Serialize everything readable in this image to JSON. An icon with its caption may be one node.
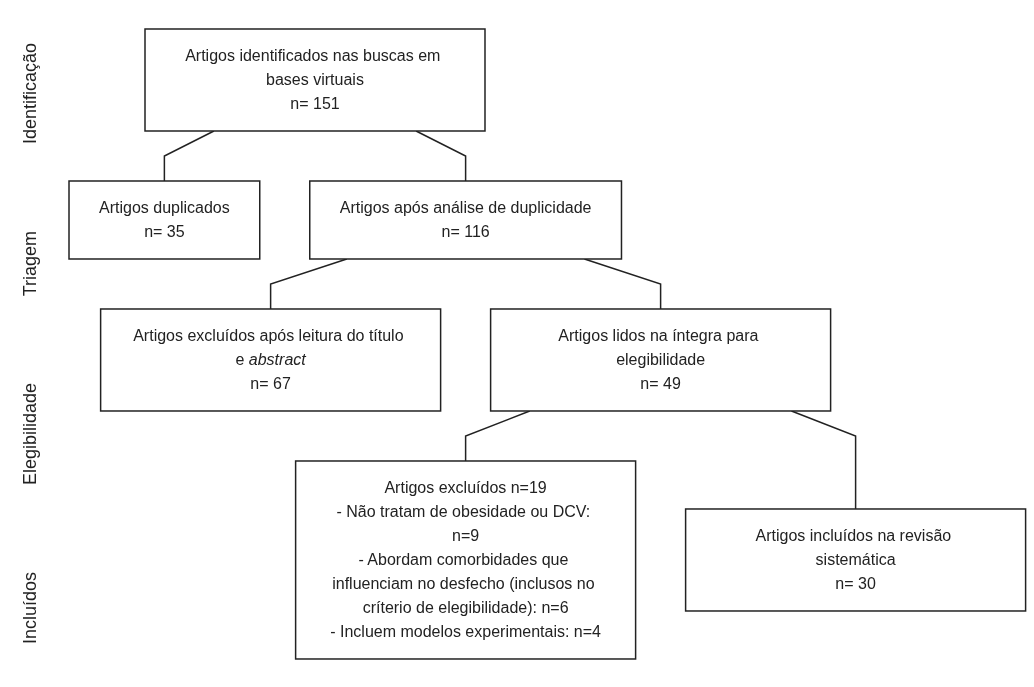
{
  "diagram": {
    "nodes": [
      {
        "text": [
          "Artigos identificados nas buscas em bases virtuais",
          "n= 151"
        ]
      },
      {
        "text": [
          "Artigos duplicados",
          "n= 35"
        ]
      },
      {
        "text": [
          "Artigos após análise de duplicidade",
          "n= 116"
        ]
      },
      {
        "text": [
          "Artigos excluídos após leitura do título e *abstract*",
          "n= 67"
        ]
      },
      {
        "text": [
          "Artigos lidos na íntegra para elegibilidade",
          "n= 49"
        ]
      },
      {
        "text": [
          "Artigos excluídos n=19",
          "- Não tratam de obesidade ou DCV: n=9",
          "- Abordam comorbidades que influenciam no desfecho (inclusos no críterio de elegibilidade): n=6",
          "- Incluem modelos experimentais: n=4"
        ]
      },
      {
        "text": [
          "Artigos incluídos na revisão sistemática",
          "n= 30"
        ]
      }
    ],
    "edges": [
      {
        "from": 0,
        "to": 1,
        "arrow": "none"
      },
      {
        "from": 0,
        "to": 2,
        "arrow": "none"
      },
      {
        "from": 2,
        "to": 3,
        "arrow": "none"
      },
      {
        "from": 2,
        "to": 4,
        "arrow": "none"
      },
      {
        "from": 4,
        "to": 5,
        "arrow": "none"
      },
      {
        "from": 4,
        "to": 6,
        "arrow": "none"
      }
    ],
    "labels": [
      "Identificação",
      "Triagem",
      "Elegibilidade",
      "Incluídos"
    ]
  }
}
